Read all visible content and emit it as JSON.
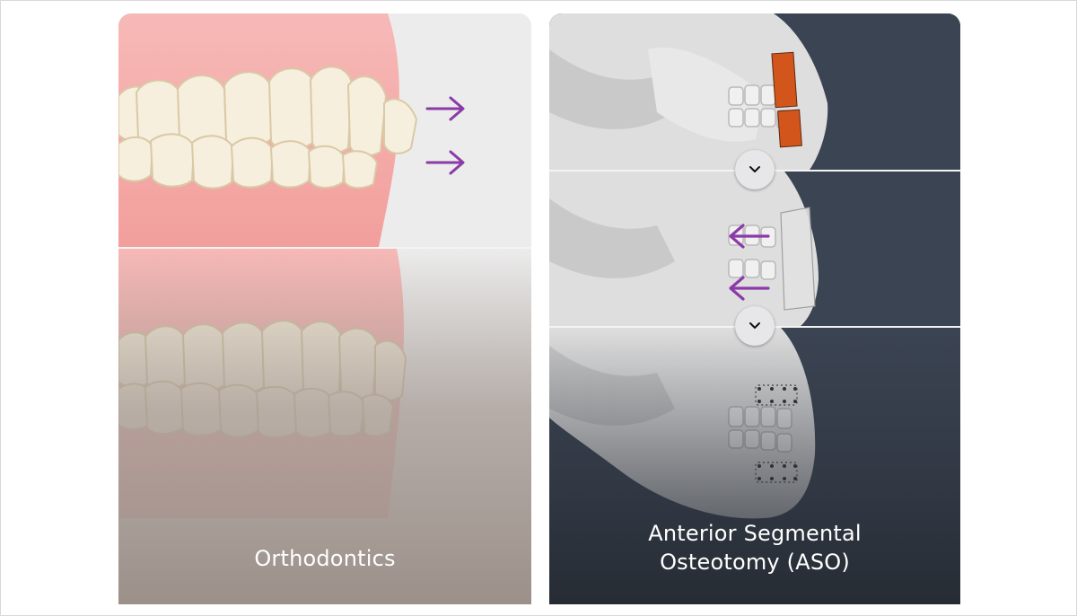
{
  "cards": [
    {
      "label": "Orthodontics"
    },
    {
      "label_line1": "Anterior Segmental",
      "label_line2": "Osteotomy (ASO)"
    }
  ],
  "icons": {
    "arrow_right": "arrow-right-icon",
    "arrow_left": "arrow-left-icon",
    "chevron_down": "chevron-down-icon"
  },
  "colors": {
    "gum": "#f4a7a5",
    "tooth": "#f6eedc",
    "accent_arrow": "#8a3ba8",
    "bone": "#dcdcdc",
    "cut_segment": "#d2551b",
    "dark_background": "#3b4453",
    "bottom_fade_left": "#9c9089"
  }
}
